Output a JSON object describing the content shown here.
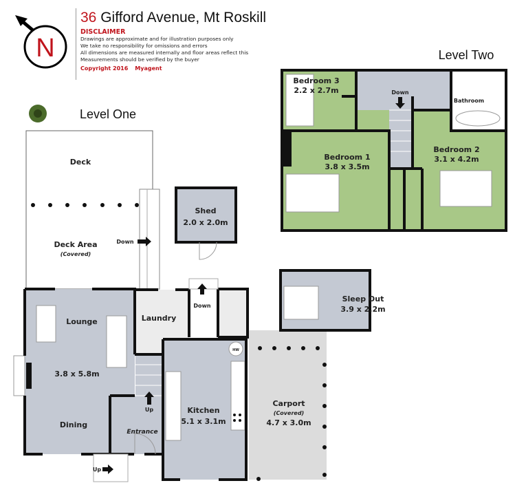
{
  "header": {
    "title_number": "36",
    "title_rest": " Gifford Avenue, Mt Roskill",
    "disclaimer_heading": "DISCLAIMER",
    "disclaimer_lines": [
      "Drawings are approximate and for illustration purposes only",
      "We take no responsibility for omissions and errors",
      "All dimensions are measured internally and floor areas reflect this",
      "Measurements should be verified by the buyer"
    ],
    "copyright": "Copyright 2016",
    "agent": "Myagent"
  },
  "compass": {
    "letter": "N",
    "icon": "north-arrow-icon"
  },
  "colors": {
    "accent": "#c0141c",
    "level_one_room": "#c4c9d3",
    "level_two_room": "#a8c887",
    "carport": "#dcdcdc"
  },
  "level_one": {
    "title": "Level One",
    "deck": "Deck",
    "deck_area": "Deck Area",
    "deck_area_note": "(Covered)",
    "deck_down": "Down",
    "shed": {
      "name": "Shed",
      "size": "2.0 x 2.0m"
    },
    "lounge": "Lounge",
    "lounge_size": "3.8 x 5.8m",
    "dining": "Dining",
    "laundry": "Laundry",
    "hall_down": "Down",
    "stairs_up": "Up",
    "entrance": "Entrance",
    "kitchen": {
      "name": "Kitchen",
      "size": "5.1 x 3.1m"
    },
    "hot_water": "HW",
    "carport": {
      "name": "Carport",
      "note": "(Covered)",
      "size": "4.7 x 3.0m"
    },
    "sleep_out": {
      "name": "Sleep Out",
      "size": "3.9 x 2.2m"
    },
    "outside_up": "Up"
  },
  "level_two": {
    "title": "Level Two",
    "bedroom3": {
      "name": "Bedroom 3",
      "size": "2.2 x 2.7m"
    },
    "bedroom1": {
      "name": "Bedroom 1",
      "size": "3.8 x 3.5m"
    },
    "bedroom2": {
      "name": "Bedroom 2",
      "size": "3.1 x 4.2m"
    },
    "bathroom": "Bathroom",
    "stairs_down": "Down"
  }
}
